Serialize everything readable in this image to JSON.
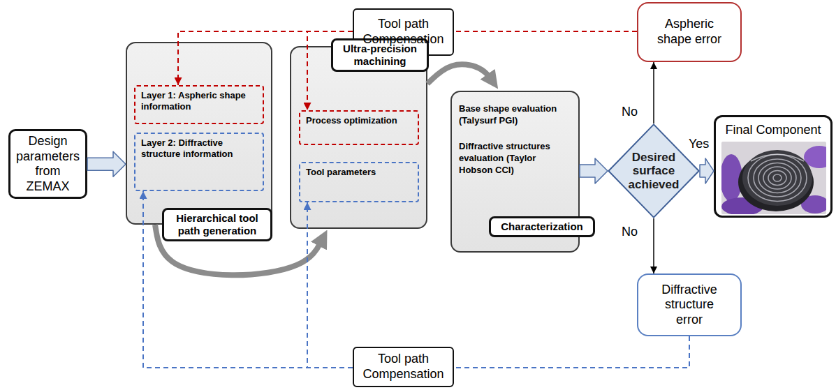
{
  "diagram": {
    "nodes": [
      {
        "text": [
          "Design parameters from ZEMAX"
        ]
      },
      {
        "text": [
          "Hierarchical tool path generation"
        ]
      },
      {
        "text": [
          "Layer 1: Aspheric shape information"
        ],
        "in": 1
      },
      {
        "text": [
          "Layer 2: Diffractive structure information"
        ],
        "in": 1
      },
      {
        "text": [
          "Ultra-precision machining"
        ]
      },
      {
        "text": [
          "Process optimization"
        ],
        "in": 4
      },
      {
        "text": [
          "Tool parameters"
        ],
        "in": 4
      },
      {
        "text": [
          "Tool path Compensation"
        ]
      },
      {
        "text": [
          "Aspheric shape error"
        ]
      },
      {
        "text": [
          "Base shape evaluation (Talysurf PGI)",
          "Diffractive structures evaluation (Taylor Hobson CCI)",
          "Characterization"
        ]
      },
      {
        "text": [
          "Desired surface achieved"
        ]
      },
      {
        "text": [
          "Final Component"
        ]
      },
      {
        "text": [
          "Diffractive structure error"
        ]
      },
      {
        "text": [
          "Tool path Compensation"
        ]
      }
    ],
    "edges": [
      {
        "from": 0,
        "to": 1,
        "arrow": "to"
      },
      {
        "from": 1,
        "to": 4,
        "arrow": "to"
      },
      {
        "from": 4,
        "to": 9,
        "arrow": "to"
      },
      {
        "from": 9,
        "to": 10,
        "arrow": "to"
      },
      {
        "from": 10,
        "to": 11,
        "label": "Yes",
        "arrow": "to"
      },
      {
        "from": 10,
        "to": 8,
        "label": "No",
        "arrow": "to"
      },
      {
        "from": 10,
        "to": 12,
        "label": "No",
        "arrow": "to"
      },
      {
        "from": 8,
        "to": 7,
        "arrow": "none"
      },
      {
        "from": 7,
        "to": 2,
        "arrow": "to"
      },
      {
        "from": 7,
        "to": 5,
        "arrow": "to"
      },
      {
        "from": 12,
        "to": 13,
        "arrow": "none"
      },
      {
        "from": 13,
        "to": 3,
        "arrow": "to"
      },
      {
        "from": 13,
        "to": 6,
        "arrow": "to"
      }
    ]
  }
}
